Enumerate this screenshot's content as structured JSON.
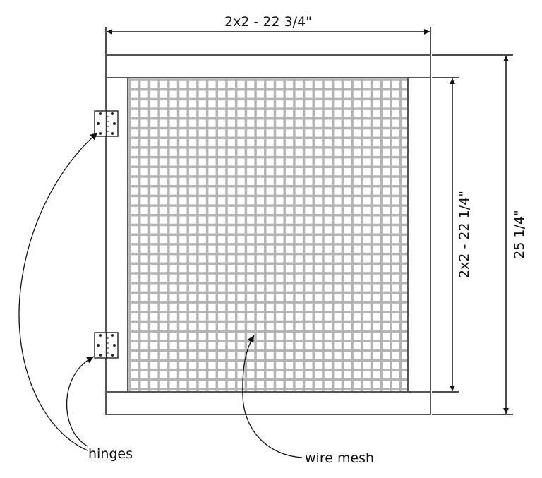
{
  "dimensions": {
    "width": "2x2 - 22 3/4\"",
    "inner_height": "2x2 - 22 1/4\"",
    "outer_height": "25 1/4\""
  },
  "labels": {
    "hinges": "hinges",
    "wire_mesh": "wire mesh"
  },
  "colors": {
    "frame": "#555555",
    "mesh": "#b4b4b4"
  }
}
